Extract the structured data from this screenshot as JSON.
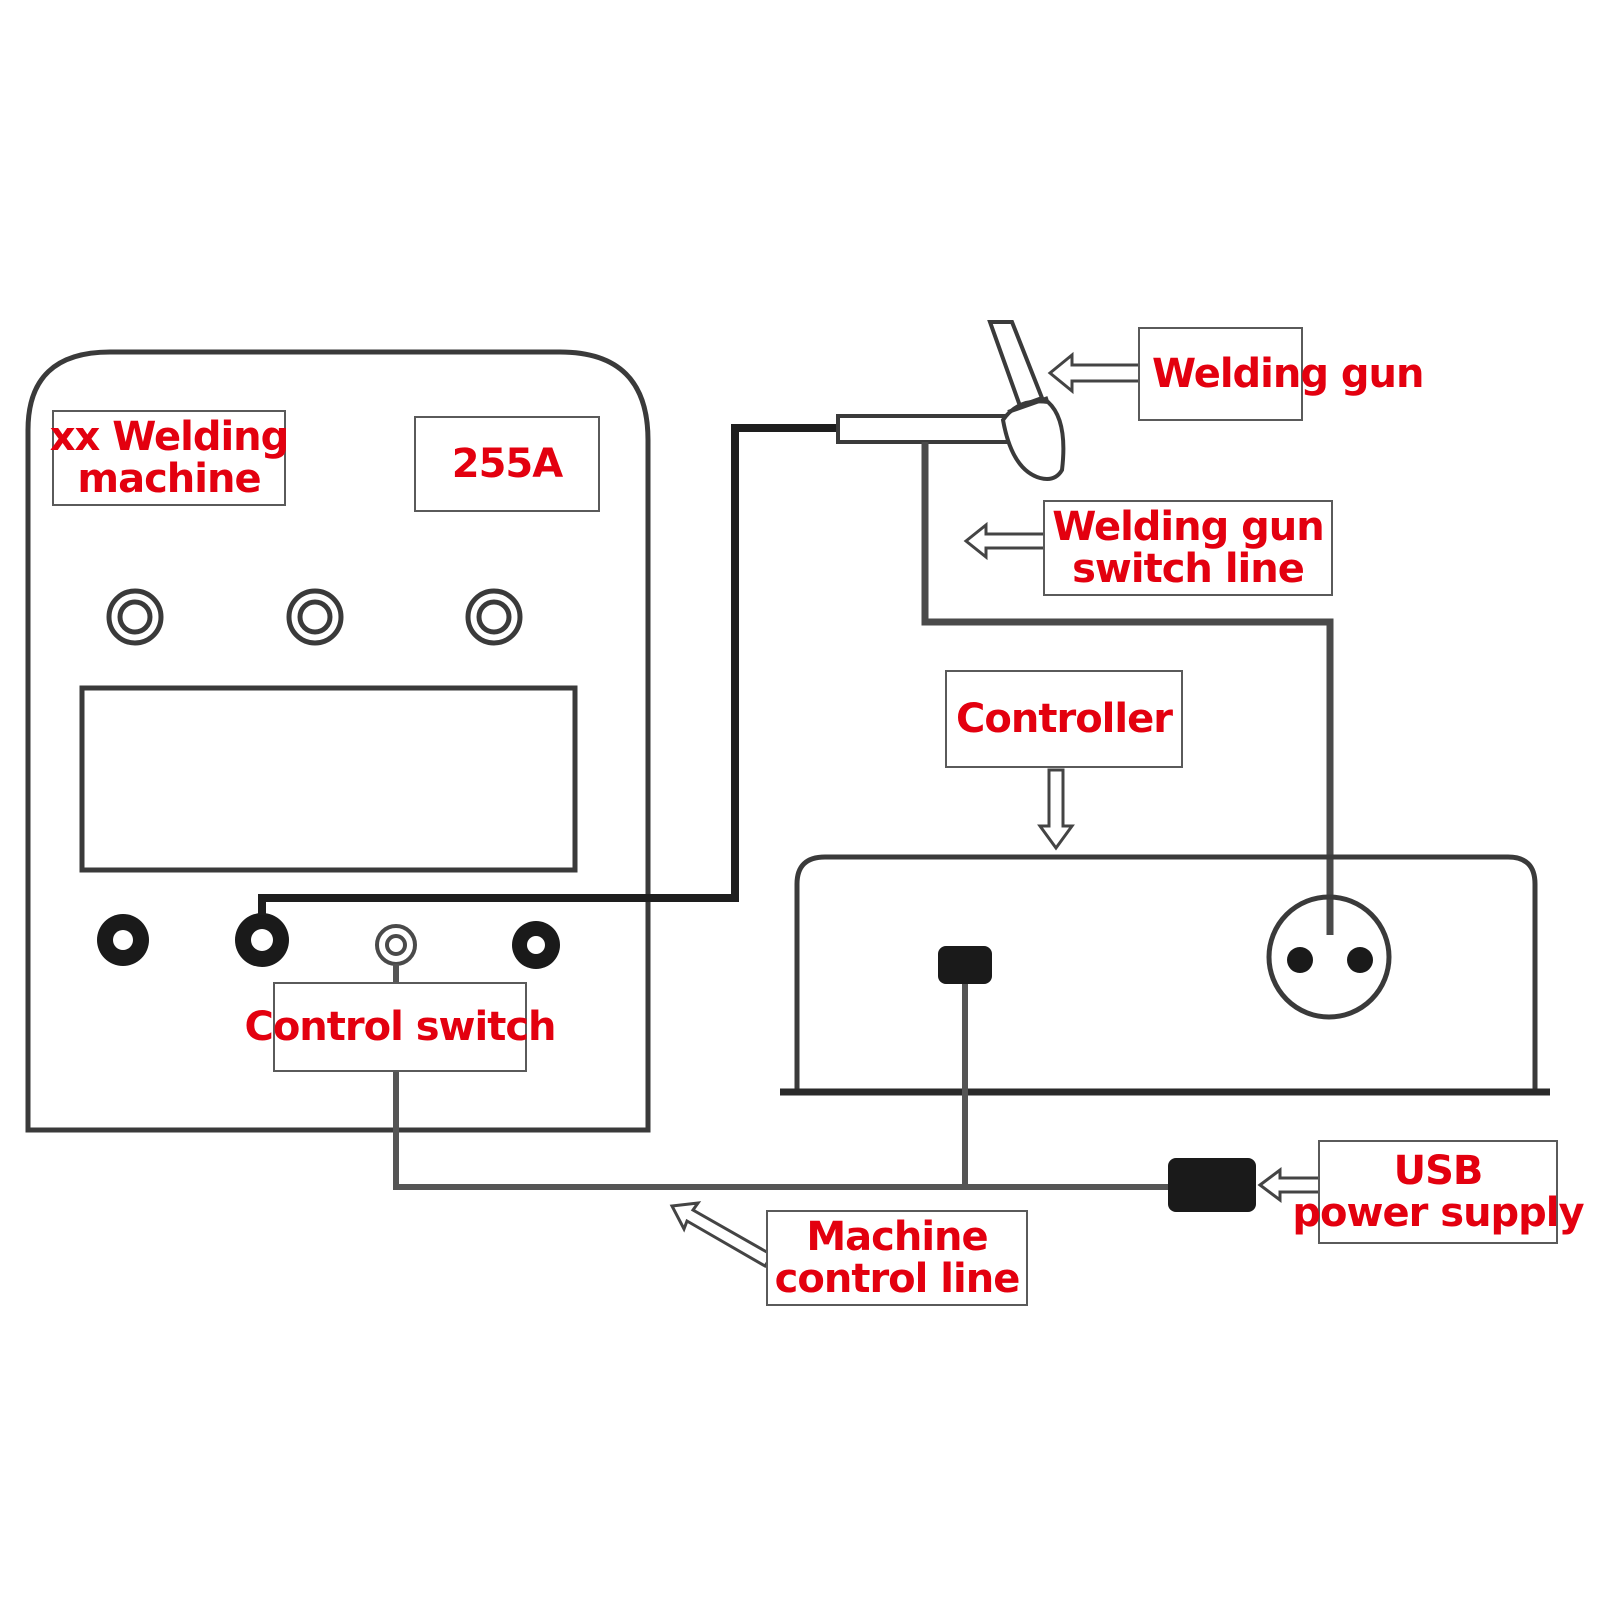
{
  "machine": {
    "title_line1": "xx Welding",
    "title_line2": "machine",
    "current_display": "255A"
  },
  "labels": {
    "welding_gun": "Welding gun",
    "welding_gun_switch_line_1": "Welding gun",
    "welding_gun_switch_line_2": "switch line",
    "controller": "Controller",
    "control_switch": "Control switch",
    "machine_control_line_1": "Machine",
    "machine_control_line_2": "control line",
    "usb_power_supply_1": "USB",
    "usb_power_supply_2": "power supply"
  },
  "colors": {
    "label_text": "#e3000f",
    "line": "#3a3a3a"
  }
}
